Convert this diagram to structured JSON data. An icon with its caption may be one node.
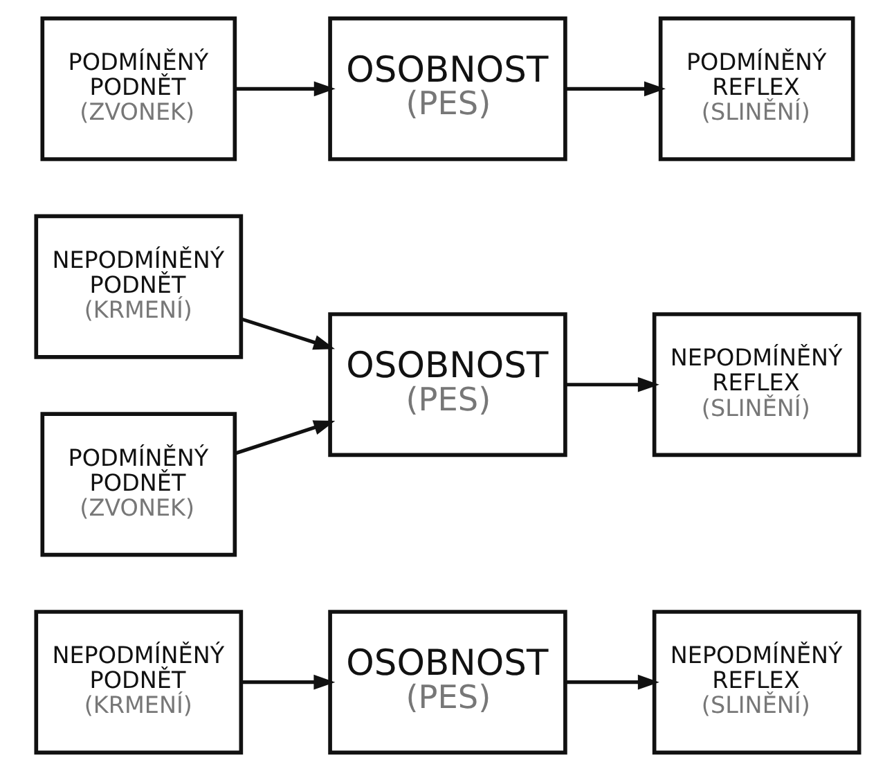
{
  "diagram": {
    "nodes": [
      {
        "text": [
          "NEPODMÍNĚNÝ PODNĚT",
          "(KRMENÍ)"
        ]
      },
      {
        "text": [
          "OSOBNOST",
          "(PES)"
        ]
      },
      {
        "text": [
          "NEPODMÍNĚNÝ REFLEX",
          "(SLINĚNÍ)"
        ]
      },
      {
        "text": [
          "NEPODMÍNĚNÝ PODNĚT",
          "(KRMENÍ)"
        ]
      },
      {
        "text": [
          "OSOBNOST",
          "(PES)"
        ]
      },
      {
        "text": [
          "NEPODMÍNĚNÝ REFLEX",
          "(SLINĚNÍ)"
        ]
      },
      {
        "text": [
          "PODMÍNĚNÝ PODNĚT",
          "(ZVONEK)"
        ]
      },
      {
        "text": [
          "PODMÍNĚNÝ PODNĚT",
          "(ZVONEK)"
        ]
      },
      {
        "text": [
          "OSOBNOST",
          "(PES)"
        ]
      },
      {
        "text": [
          "PODMÍNĚNÝ REFLEX",
          "(SLINĚNÍ)"
        ]
      }
    ],
    "edges": [
      {
        "from": 0,
        "to": 1,
        "arrow": "to"
      },
      {
        "from": 1,
        "to": 2,
        "arrow": "to"
      },
      {
        "from": 3,
        "to": 4,
        "arrow": "to"
      },
      {
        "from": 6,
        "to": 4,
        "arrow": "to"
      },
      {
        "from": 4,
        "to": 5,
        "arrow": "to"
      },
      {
        "from": 7,
        "to": 8,
        "arrow": "to"
      },
      {
        "from": 8,
        "to": 9,
        "arrow": "to"
      }
    ]
  }
}
